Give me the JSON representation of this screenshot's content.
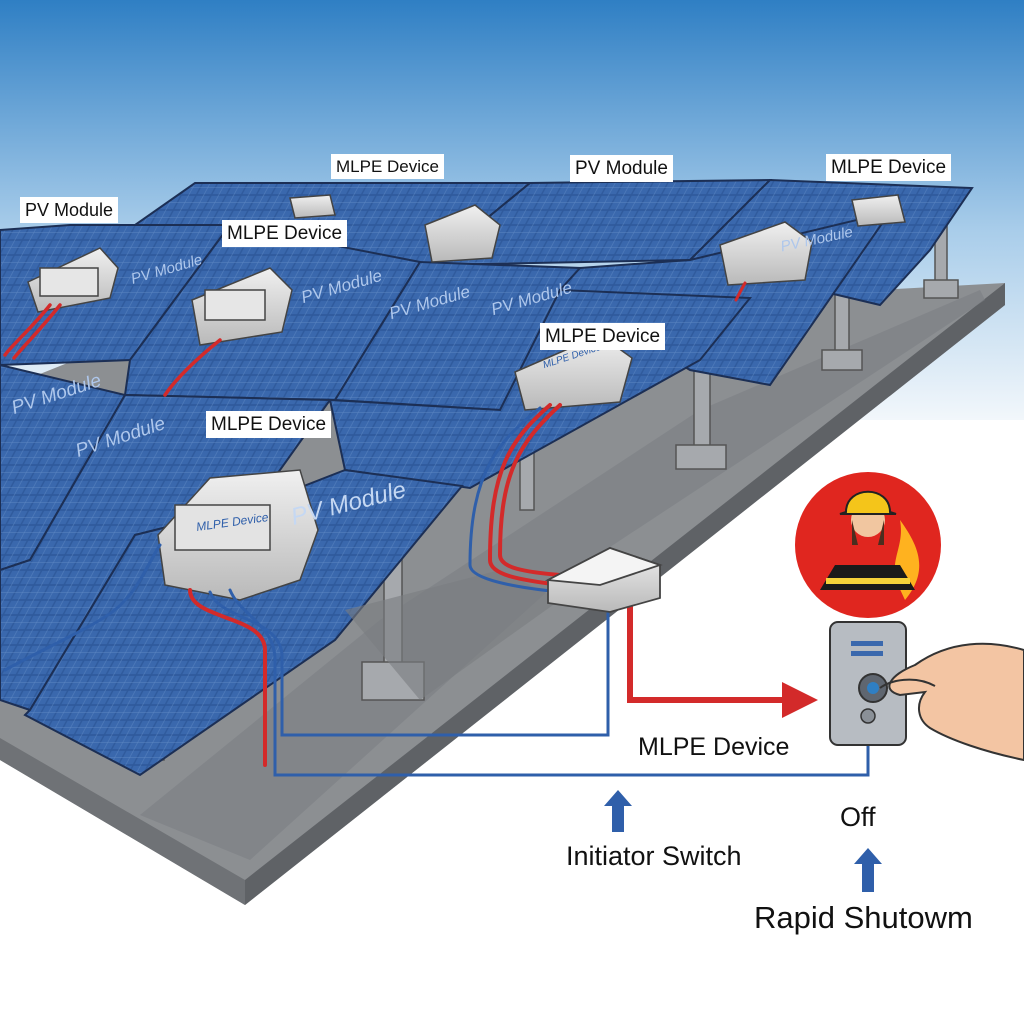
{
  "labels": {
    "pv_module_1": "PV Module",
    "pv_module_2": "PV Module",
    "mlpe_device_1": "MLPE Device",
    "mlpe_device_2": "MLPE Device",
    "mlpe_device_3": "MLPE Device",
    "mlpe_device_4": "MLPE Device",
    "mlpe_device_5": "MLPE Device",
    "mlpe_device_6": "MLPE Device"
  },
  "panel_text": {
    "pv_module_a": "PV Module",
    "pv_module_b": "PV Module",
    "pv_module_c": "PV Module",
    "pv_module_d": "PV Module",
    "pv_module_e": "PV Module",
    "pv_module_f": "PV Module",
    "pv_module_g": "PV Module",
    "pv_module_h": "PV Module",
    "device_tag_a": "MLPE Device",
    "device_tag_b": "MLPE Device"
  },
  "annotations": {
    "initiator_switch": "Initiator Switch",
    "off": "Off",
    "rapid_shutdown": "Rapid Shutowm"
  },
  "colors": {
    "sky_top": "#2f7fc4",
    "sky_bottom": "#eaf3fb",
    "panel_blue": "#2d5596",
    "dc_wire": "#d32a2a",
    "signal_wire": "#2f5faa",
    "firefighter_badge": "#e0261f"
  },
  "icons": [
    "firefighter-icon",
    "shutdown-switch-icon",
    "hand-icon",
    "junction-box-icon",
    "mlpe-device-icon"
  ]
}
